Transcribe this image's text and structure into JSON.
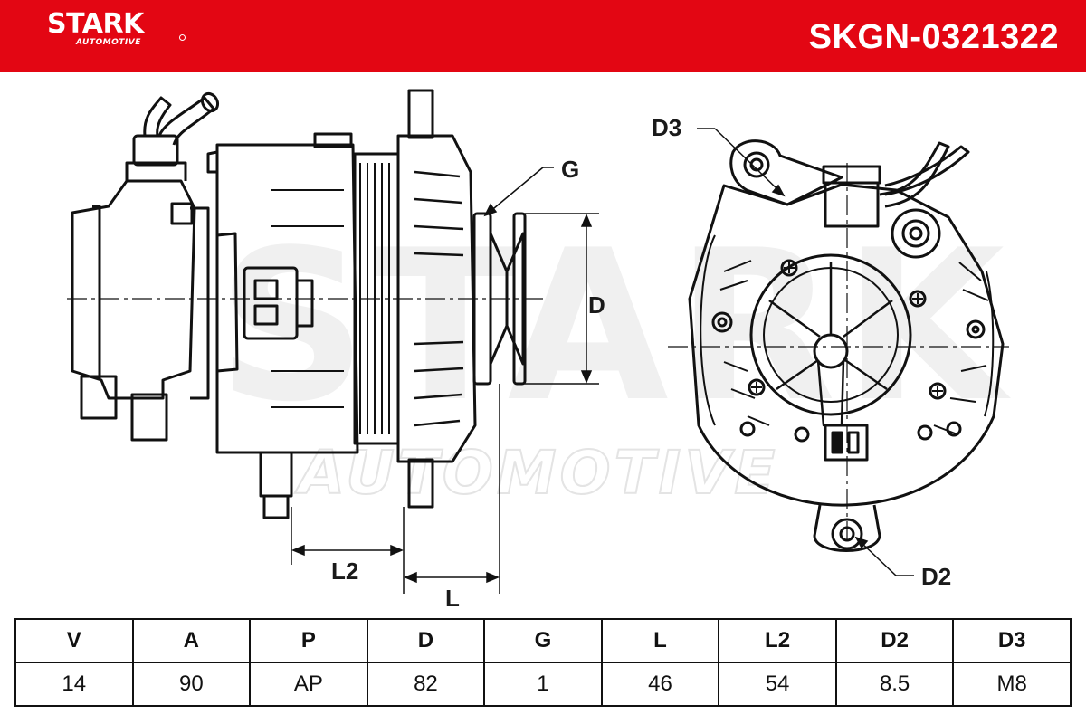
{
  "brand": {
    "name": "STARK",
    "sub": "AUTOMOTIVE",
    "color": "#e30613"
  },
  "part_code": "SKGN-0321322",
  "watermark": {
    "line1": "STARK",
    "line2": "AUTOMOTIVE"
  },
  "labels": {
    "d3": "D3",
    "g": "G",
    "d": "D",
    "l2": "L2",
    "l": "L",
    "d2": "D2"
  },
  "spec_table": {
    "headers": [
      "V",
      "A",
      "P",
      "D",
      "G",
      "L",
      "L2",
      "D2",
      "D3"
    ],
    "values": [
      "14",
      "90",
      "AP",
      "82",
      "1",
      "46",
      "54",
      "8.5",
      "M8"
    ]
  }
}
